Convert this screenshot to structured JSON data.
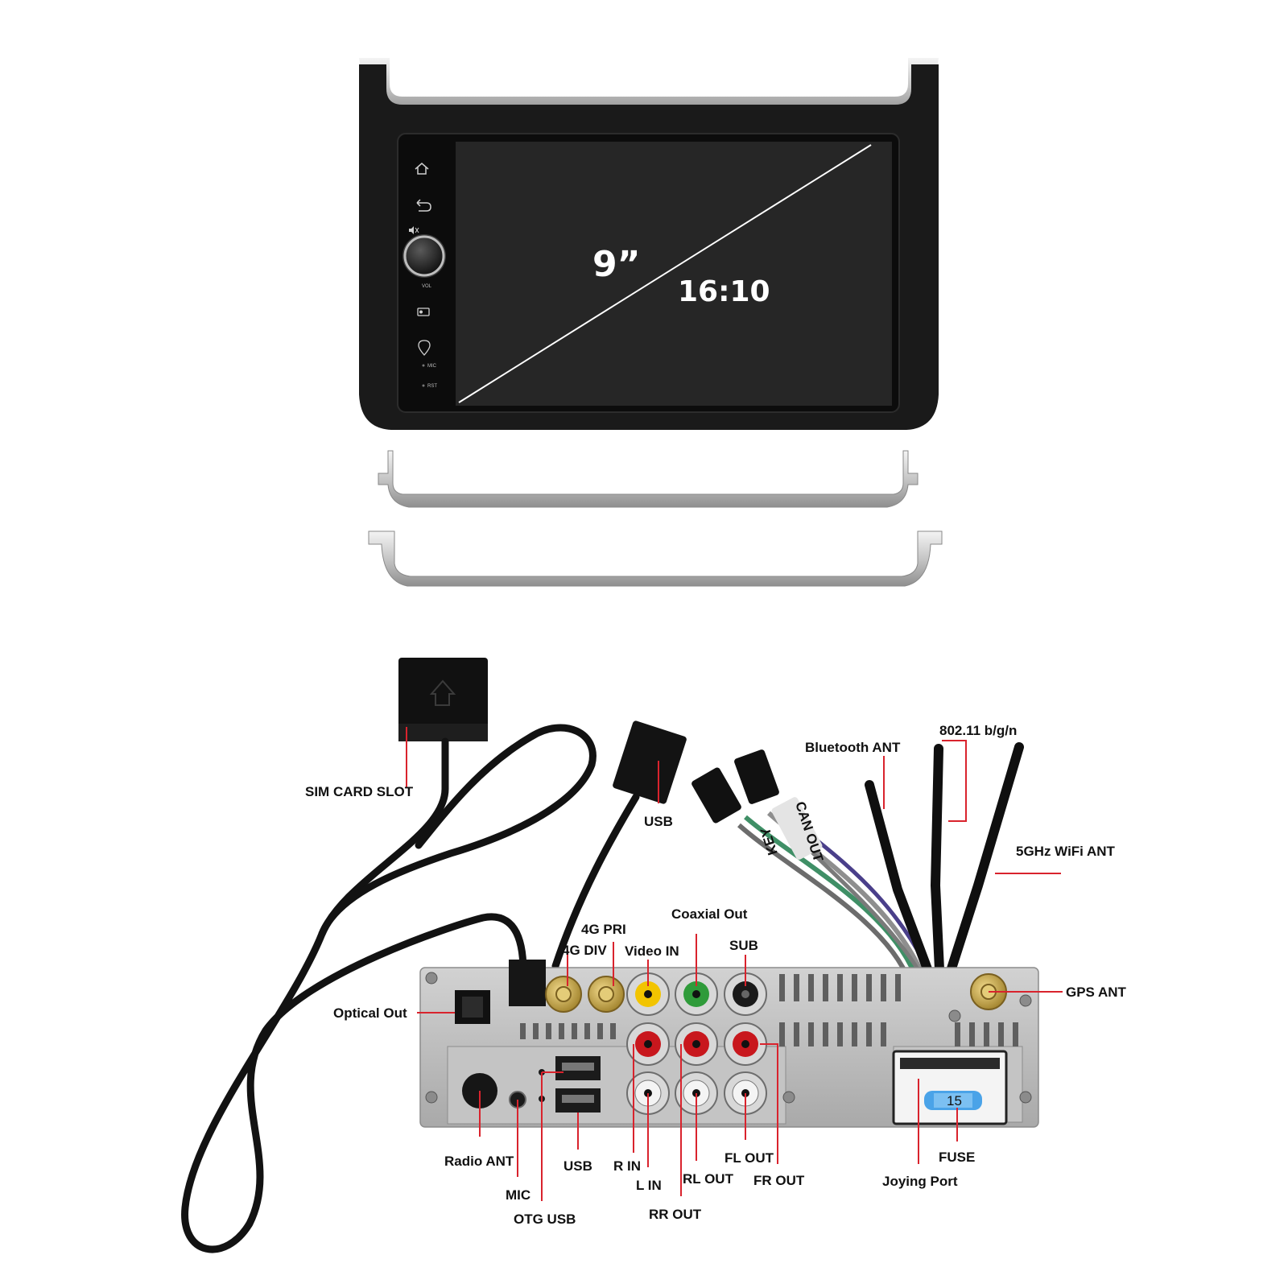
{
  "head_unit": {
    "screen_size": "9”",
    "aspect_ratio": "16:10",
    "side_labels": {
      "vol": "VOL",
      "mic": "MIC",
      "rst": "RST"
    },
    "side_icons": [
      "home-icon",
      "back-icon",
      "mute-icon",
      "radio-icon",
      "gps-pin-icon"
    ]
  },
  "cable_labels": {
    "sim_card_slot": "SIM CARD SLOT",
    "usb_cable": "USB",
    "bluetooth_ant": "Bluetooth ANT",
    "wifi_80211": "802.11 b/g/n",
    "wifi_5ghz": "5GHz WiFi ANT",
    "can_tag": "CAN OUT",
    "key_tag": "KEY"
  },
  "rear_panel_labels": {
    "coaxial_out": "Coaxial Out",
    "four_g_pri": "4G PRI",
    "four_g_div": "4G DIV",
    "video_in": "Video IN",
    "sub": "SUB",
    "optical_out": "Optical Out",
    "gps_ant": "GPS ANT",
    "radio_ant": "Radio ANT",
    "mic": "MIC",
    "otg_usb": "OTG USB",
    "usb": "USB",
    "r_in": "R IN",
    "l_in": "L IN",
    "rr_out": "RR OUT",
    "rl_out": "RL OUT",
    "fl_out": "FL OUT",
    "fr_out": "FR OUT",
    "joying_port": "Joying Port",
    "fuse": "FUSE",
    "fuse_rating": "15"
  },
  "colors": {
    "bezel": "#1a1a1a",
    "trim_silver": "#c8c8c8",
    "panel_metal": "#b9b9b9",
    "leader_red": "#d9232d",
    "rca_yellow": "#f2c400",
    "rca_green": "#2f9b3a",
    "rca_red": "#c8171d",
    "sma_gold": "#c9a33a",
    "fuse_blue": "#4aa3e8"
  }
}
